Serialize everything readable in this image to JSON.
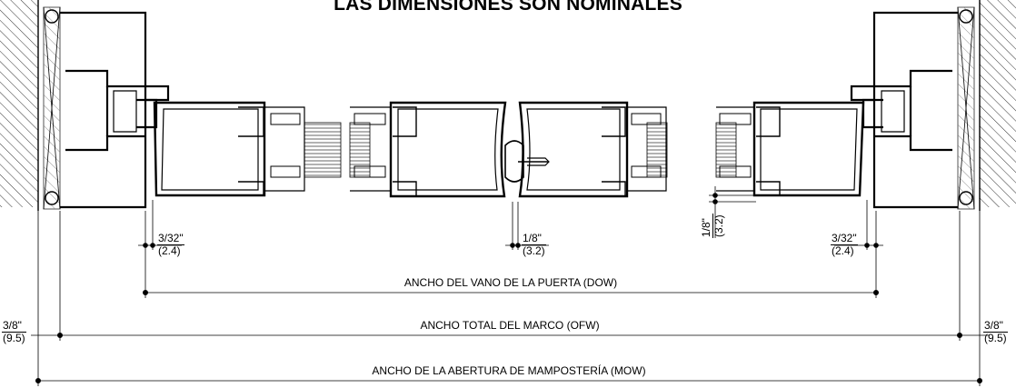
{
  "title": "LAS DIMENSIONES SON NOMINALES",
  "dimensions": {
    "dow_label": "ANCHO DEL VANO DE LA PUERTA (DOW)",
    "ofw_label": "ANCHO TOTAL DEL MARCO (OFW)",
    "mow_label": "ANCHO DE LA ABERTURA DE MAMPOSTERÍA (MOW)"
  },
  "gaps": {
    "left_clearance": {
      "inch": "3/32\"",
      "mm": "(2.4)"
    },
    "meeting_gap": {
      "inch": "1/8\"",
      "mm": "(3.2)"
    },
    "vertical_gap": {
      "inch": "1/8\"",
      "mm": "(3.2)"
    },
    "right_clearance": {
      "inch": "3/32\"",
      "mm": "(2.4)"
    },
    "left_shim": {
      "inch": "3/8\"",
      "mm": "(9.5)"
    },
    "right_shim": {
      "inch": "3/8\"",
      "mm": "(9.5)"
    }
  }
}
